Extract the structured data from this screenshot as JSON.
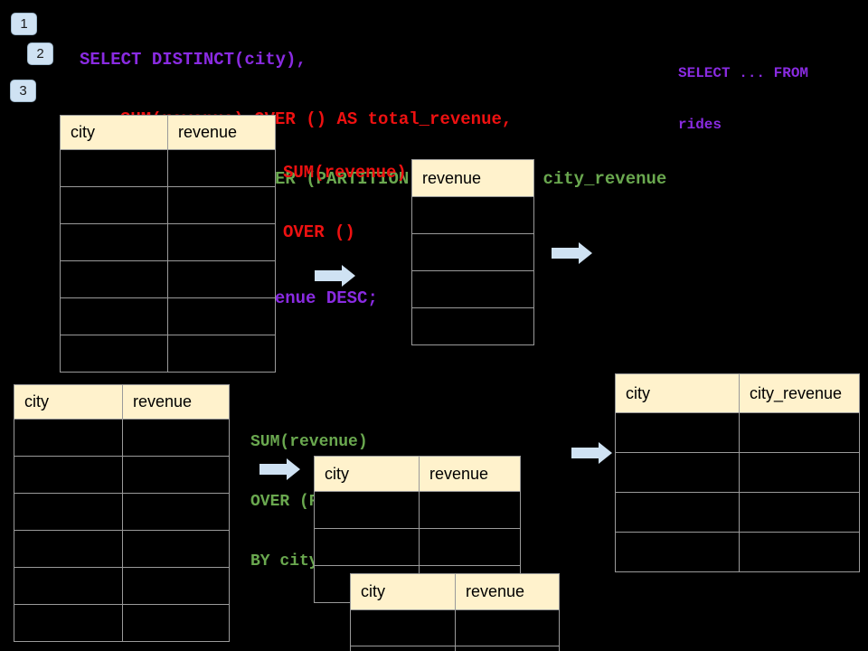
{
  "colors": {
    "background": "#000000",
    "sql_purple": "#8a2be2",
    "sql_red": "#ee1111",
    "sql_green": "#6aa84f",
    "arrow_blue": "#cfe2f3",
    "badge_blue": "#cfe2f3",
    "table_header_bg": "#fff2cc",
    "table_border": "#9a9a9a"
  },
  "badges": {
    "step1": "1",
    "step2": "2",
    "step3": "3"
  },
  "sql": {
    "line1": "SELECT DISTINCT(city),",
    "line2": "SUM(revenue) OVER () AS total_revenue,",
    "line3": "SUM(revenue) OVER (PARTITION BY city) as city_revenue",
    "line4": "FROM rides",
    "line5": "ORDER by city_revenue DESC;"
  },
  "snippet": {
    "line1": "SELECT ... FROM",
    "line2": "rides"
  },
  "notes": {
    "total_revenue": {
      "line1": "SUM(revenue)",
      "line2": "OVER ()"
    },
    "partition": {
      "line1": "SUM(revenue)",
      "line2": "OVER (PARTITION",
      "line3": "BY city)"
    }
  },
  "tables": {
    "source_top": {
      "col1": "city",
      "col2": "revenue"
    },
    "source_bottom": {
      "col1": "city",
      "col2": "revenue"
    },
    "revenue_only": {
      "col1": "revenue"
    },
    "partition_input": {
      "col1": "city",
      "col2": "revenue"
    },
    "partition_overlay": {
      "col1": "city",
      "col2": "revenue"
    },
    "result": {
      "col1": "city",
      "col2": "city_revenue"
    }
  }
}
